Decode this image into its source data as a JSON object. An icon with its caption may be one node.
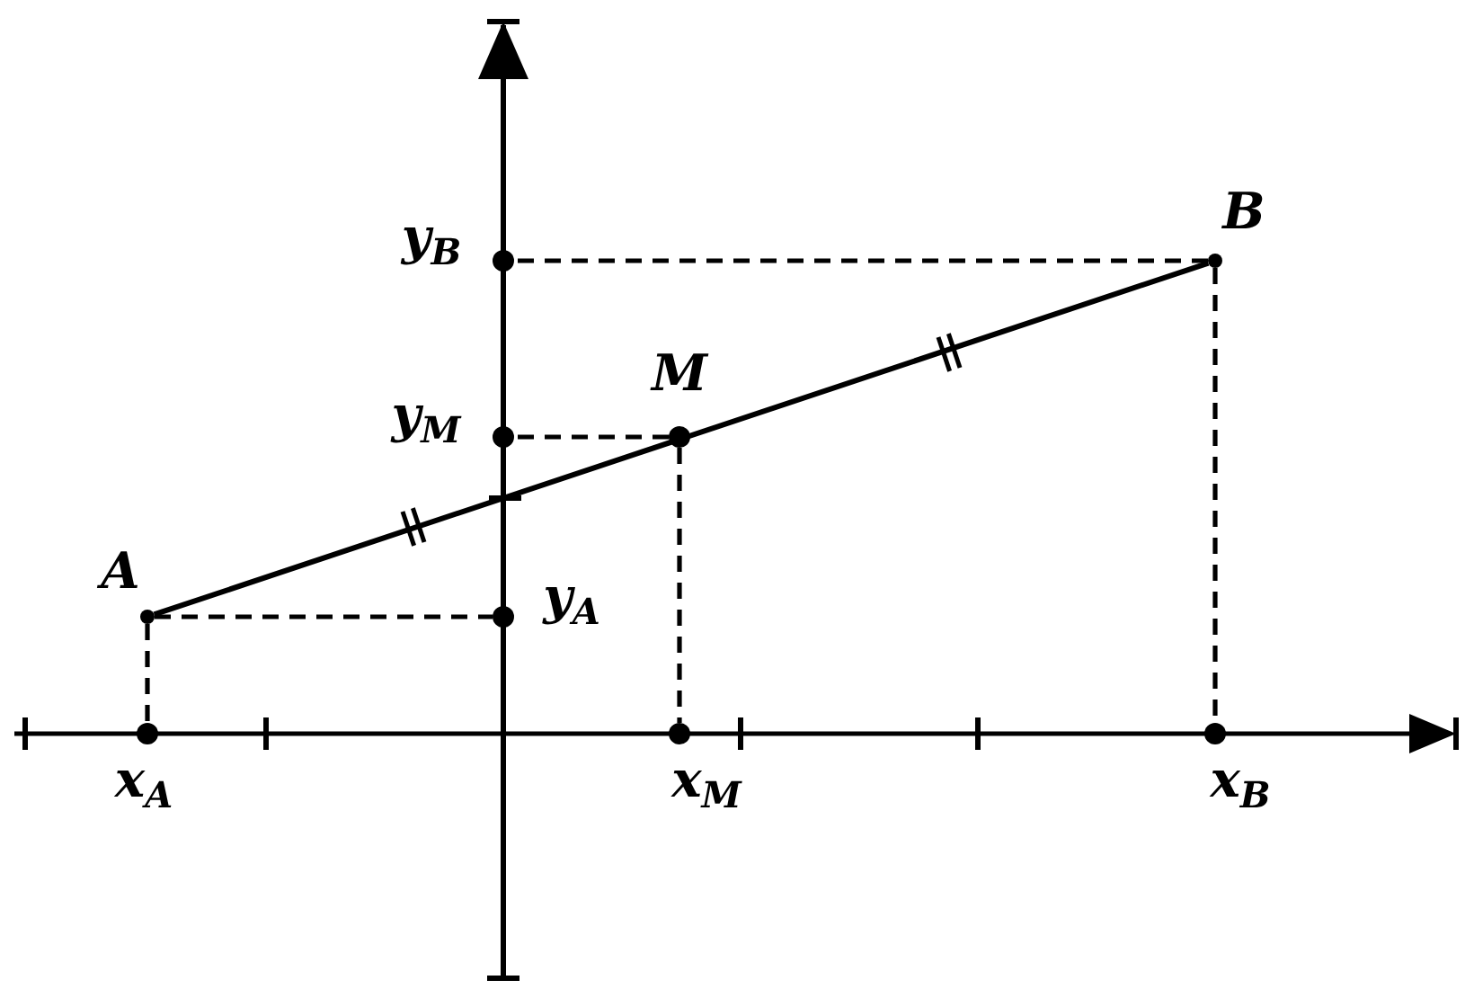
{
  "diagram": {
    "nodes": [
      {
        "text": [],
        "shape": "circle",
        "beside": [
          "A"
        ]
      },
      {
        "text": [],
        "shape": "circle",
        "beside": [
          "M"
        ]
      },
      {
        "text": [],
        "shape": "circle",
        "beside": [
          "B"
        ]
      },
      {
        "text": [],
        "shape": "circle",
        "beside": [
          "x$_{A}$"
        ]
      },
      {
        "text": [],
        "shape": "circle",
        "beside": [
          "x$_{M}$"
        ]
      },
      {
        "text": [],
        "shape": "circle",
        "beside": [
          "x$_{B}$"
        ]
      },
      {
        "text": [],
        "shape": "circle",
        "beside": [
          "y$_{A}$"
        ]
      },
      {
        "text": [],
        "shape": "circle",
        "beside": [
          "y$_{M}$"
        ]
      },
      {
        "text": [],
        "shape": "circle",
        "beside": [
          "y$_{B}$"
        ]
      }
    ],
    "edges": [
      {
        "from": 0,
        "to": 2,
        "arrow": "none"
      },
      {
        "from": 0,
        "to": 3,
        "arrow": "none",
        "style": "dashed"
      },
      {
        "from": 0,
        "to": 6,
        "arrow": "none",
        "style": "dashed"
      },
      {
        "from": 1,
        "to": 4,
        "arrow": "none",
        "style": "dashed"
      },
      {
        "from": 1,
        "to": 7,
        "arrow": "none",
        "style": "dashed"
      },
      {
        "from": 2,
        "to": 5,
        "arrow": "none",
        "style": "dashed"
      },
      {
        "from": 2,
        "to": 8,
        "arrow": "none",
        "style": "dashed"
      }
    ]
  }
}
